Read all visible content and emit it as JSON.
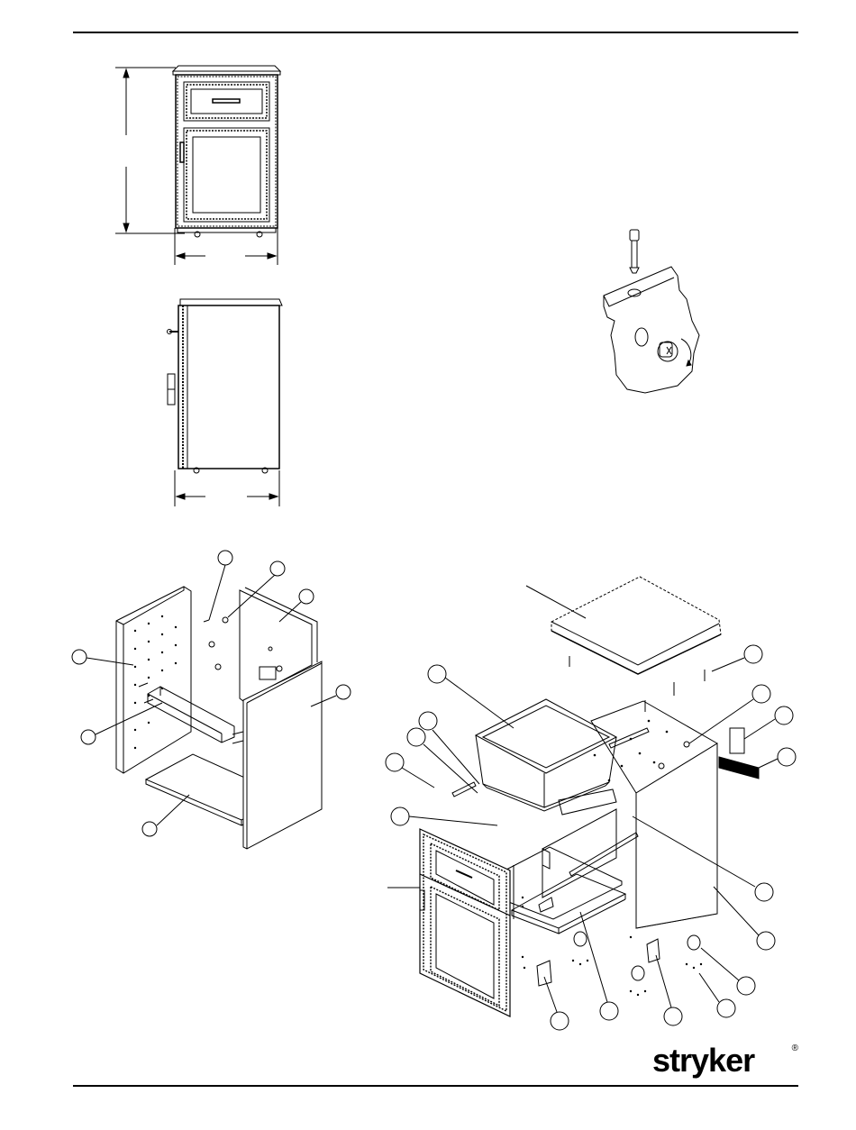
{
  "page": {
    "logo": {
      "wordmark": "stryker",
      "registered_mark": "®"
    },
    "figures": [
      {
        "id": "front-elevation",
        "description_name": "cabinet-front-view"
      },
      {
        "id": "side-elevation",
        "description_name": "cabinet-side-view"
      },
      {
        "id": "cam-lock-detail",
        "description_name": "cam-lock-insertion-detail"
      },
      {
        "id": "carcass-assembly",
        "description_name": "carcass-exploded-view"
      },
      {
        "id": "full-assembly",
        "description_name": "complete-exploded-view"
      }
    ],
    "callout_labels": []
  }
}
